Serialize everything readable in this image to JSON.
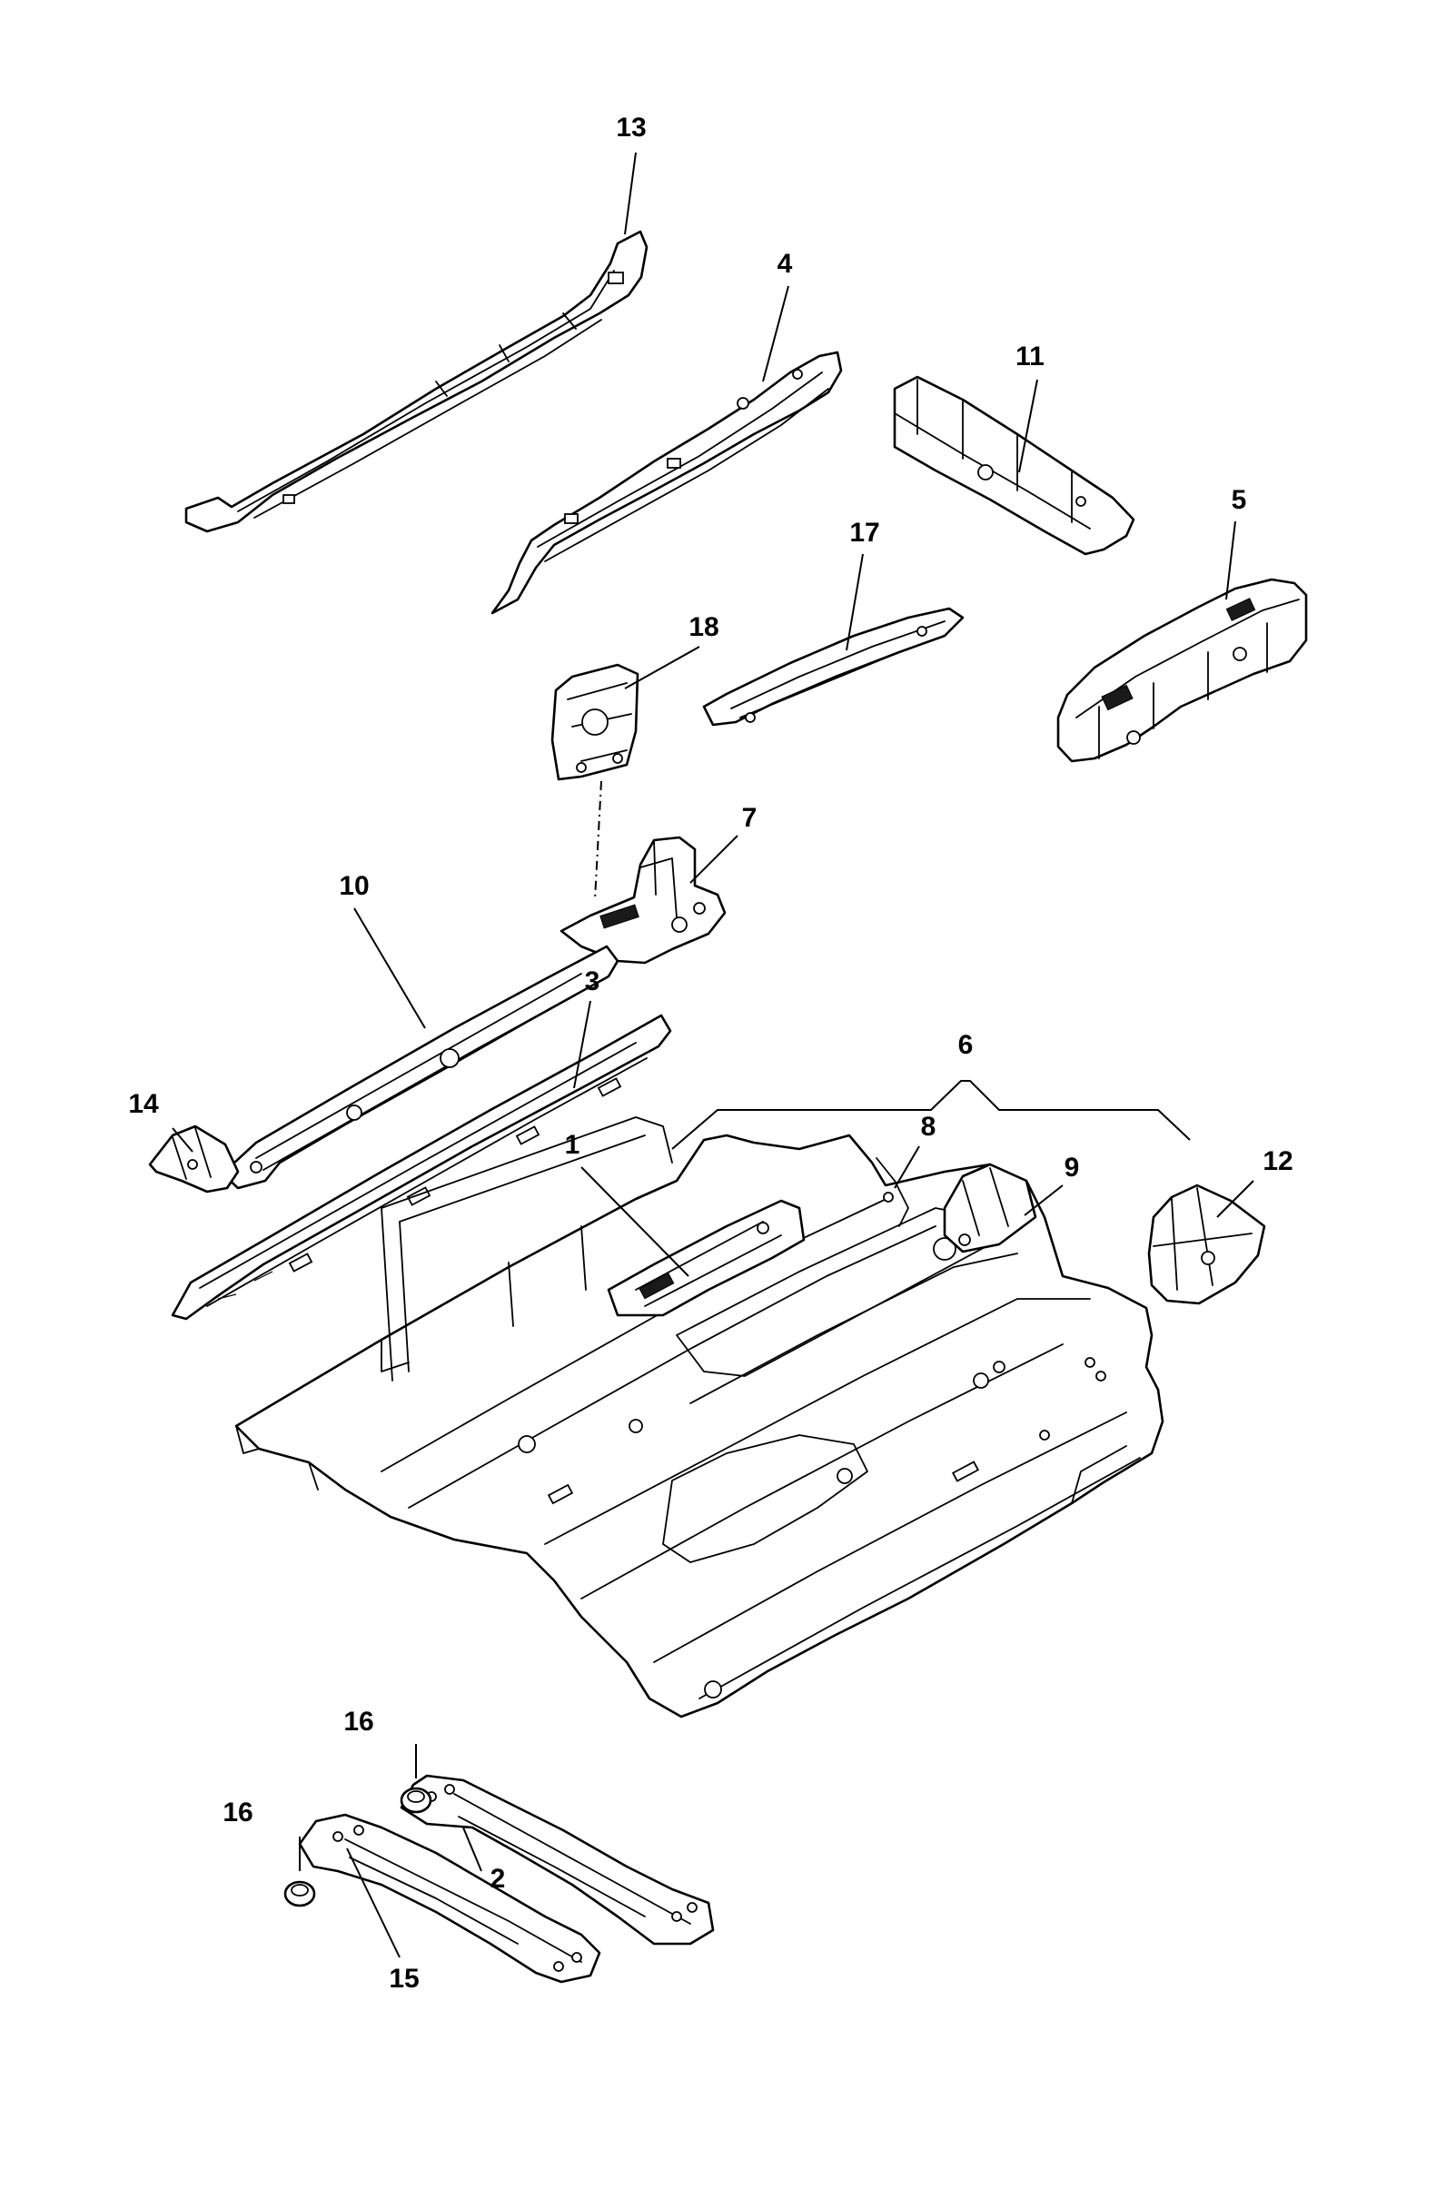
{
  "callouts": [
    {
      "id": "13",
      "label": "13"
    },
    {
      "id": "4",
      "label": "4"
    },
    {
      "id": "11",
      "label": "11"
    },
    {
      "id": "5",
      "label": "5"
    },
    {
      "id": "17",
      "label": "17"
    },
    {
      "id": "18",
      "label": "18"
    },
    {
      "id": "7",
      "label": "7"
    },
    {
      "id": "10",
      "label": "10"
    },
    {
      "id": "3",
      "label": "3"
    },
    {
      "id": "6",
      "label": "6"
    },
    {
      "id": "14",
      "label": "14"
    },
    {
      "id": "1",
      "label": "1"
    },
    {
      "id": "8",
      "label": "8"
    },
    {
      "id": "9",
      "label": "9"
    },
    {
      "id": "12",
      "label": "12"
    },
    {
      "id": "16a",
      "label": "16"
    },
    {
      "id": "16b",
      "label": "16"
    },
    {
      "id": "2",
      "label": "2"
    },
    {
      "id": "15",
      "label": "15"
    }
  ]
}
